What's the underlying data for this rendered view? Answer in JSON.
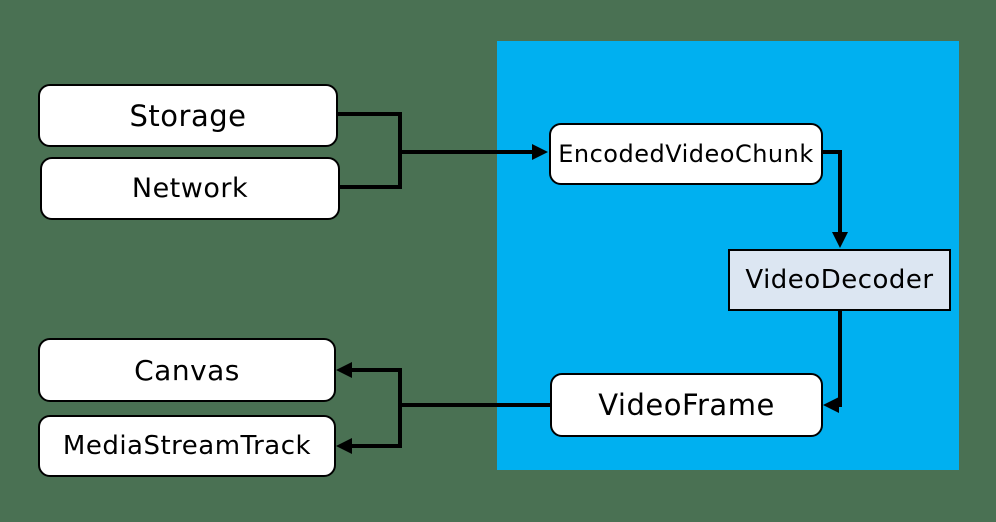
{
  "colors": {
    "background": "#4A7153",
    "panel": "#00B0F0",
    "node_fill": "#FFFFFF",
    "decoder_fill": "#DCE6F2",
    "line": "#000000",
    "text": "#000000"
  },
  "nodes": {
    "storage": {
      "label": "Storage"
    },
    "network": {
      "label": "Network"
    },
    "encoded_video_chunk": {
      "label": "EncodedVideoChunk"
    },
    "video_decoder": {
      "label": "VideoDecoder"
    },
    "video_frame": {
      "label": "VideoFrame"
    },
    "canvas": {
      "label": "Canvas"
    },
    "media_stream_track": {
      "label": "MediaStreamTrack"
    }
  },
  "edges": [
    {
      "from": "storage",
      "to": "encoded_video_chunk"
    },
    {
      "from": "network",
      "to": "encoded_video_chunk"
    },
    {
      "from": "encoded_video_chunk",
      "to": "video_decoder"
    },
    {
      "from": "video_decoder",
      "to": "video_frame"
    },
    {
      "from": "video_frame",
      "to": "canvas"
    },
    {
      "from": "video_frame",
      "to": "media_stream_track"
    }
  ]
}
